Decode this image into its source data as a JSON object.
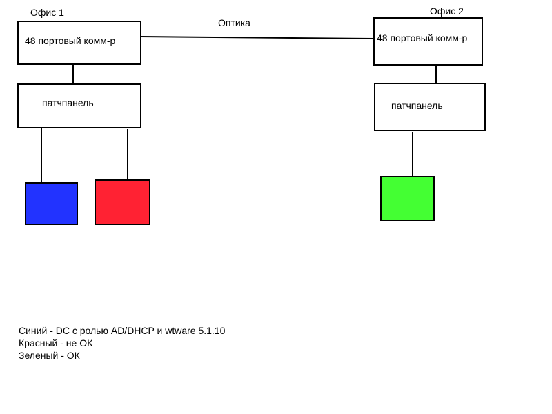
{
  "office1": {
    "title": "Офис 1",
    "switch_label": "48 портовый комм-р",
    "patchpanel_label": "патчпанель",
    "devices": [
      {
        "color": "#2233ff"
      },
      {
        "color": "#ff2233"
      }
    ]
  },
  "office2": {
    "title": "Офис 2",
    "switch_label": "48 портовый комм-р",
    "patchpanel_label": "патчпанель",
    "devices": [
      {
        "color": "#44ff33"
      }
    ]
  },
  "link_label": "Оптика",
  "legend": {
    "blue": "Синий - DC с ролью AD/DHCP и wtware 5.1.10",
    "red": "Красный - не ОК",
    "green": "Зеленый - ОК"
  }
}
